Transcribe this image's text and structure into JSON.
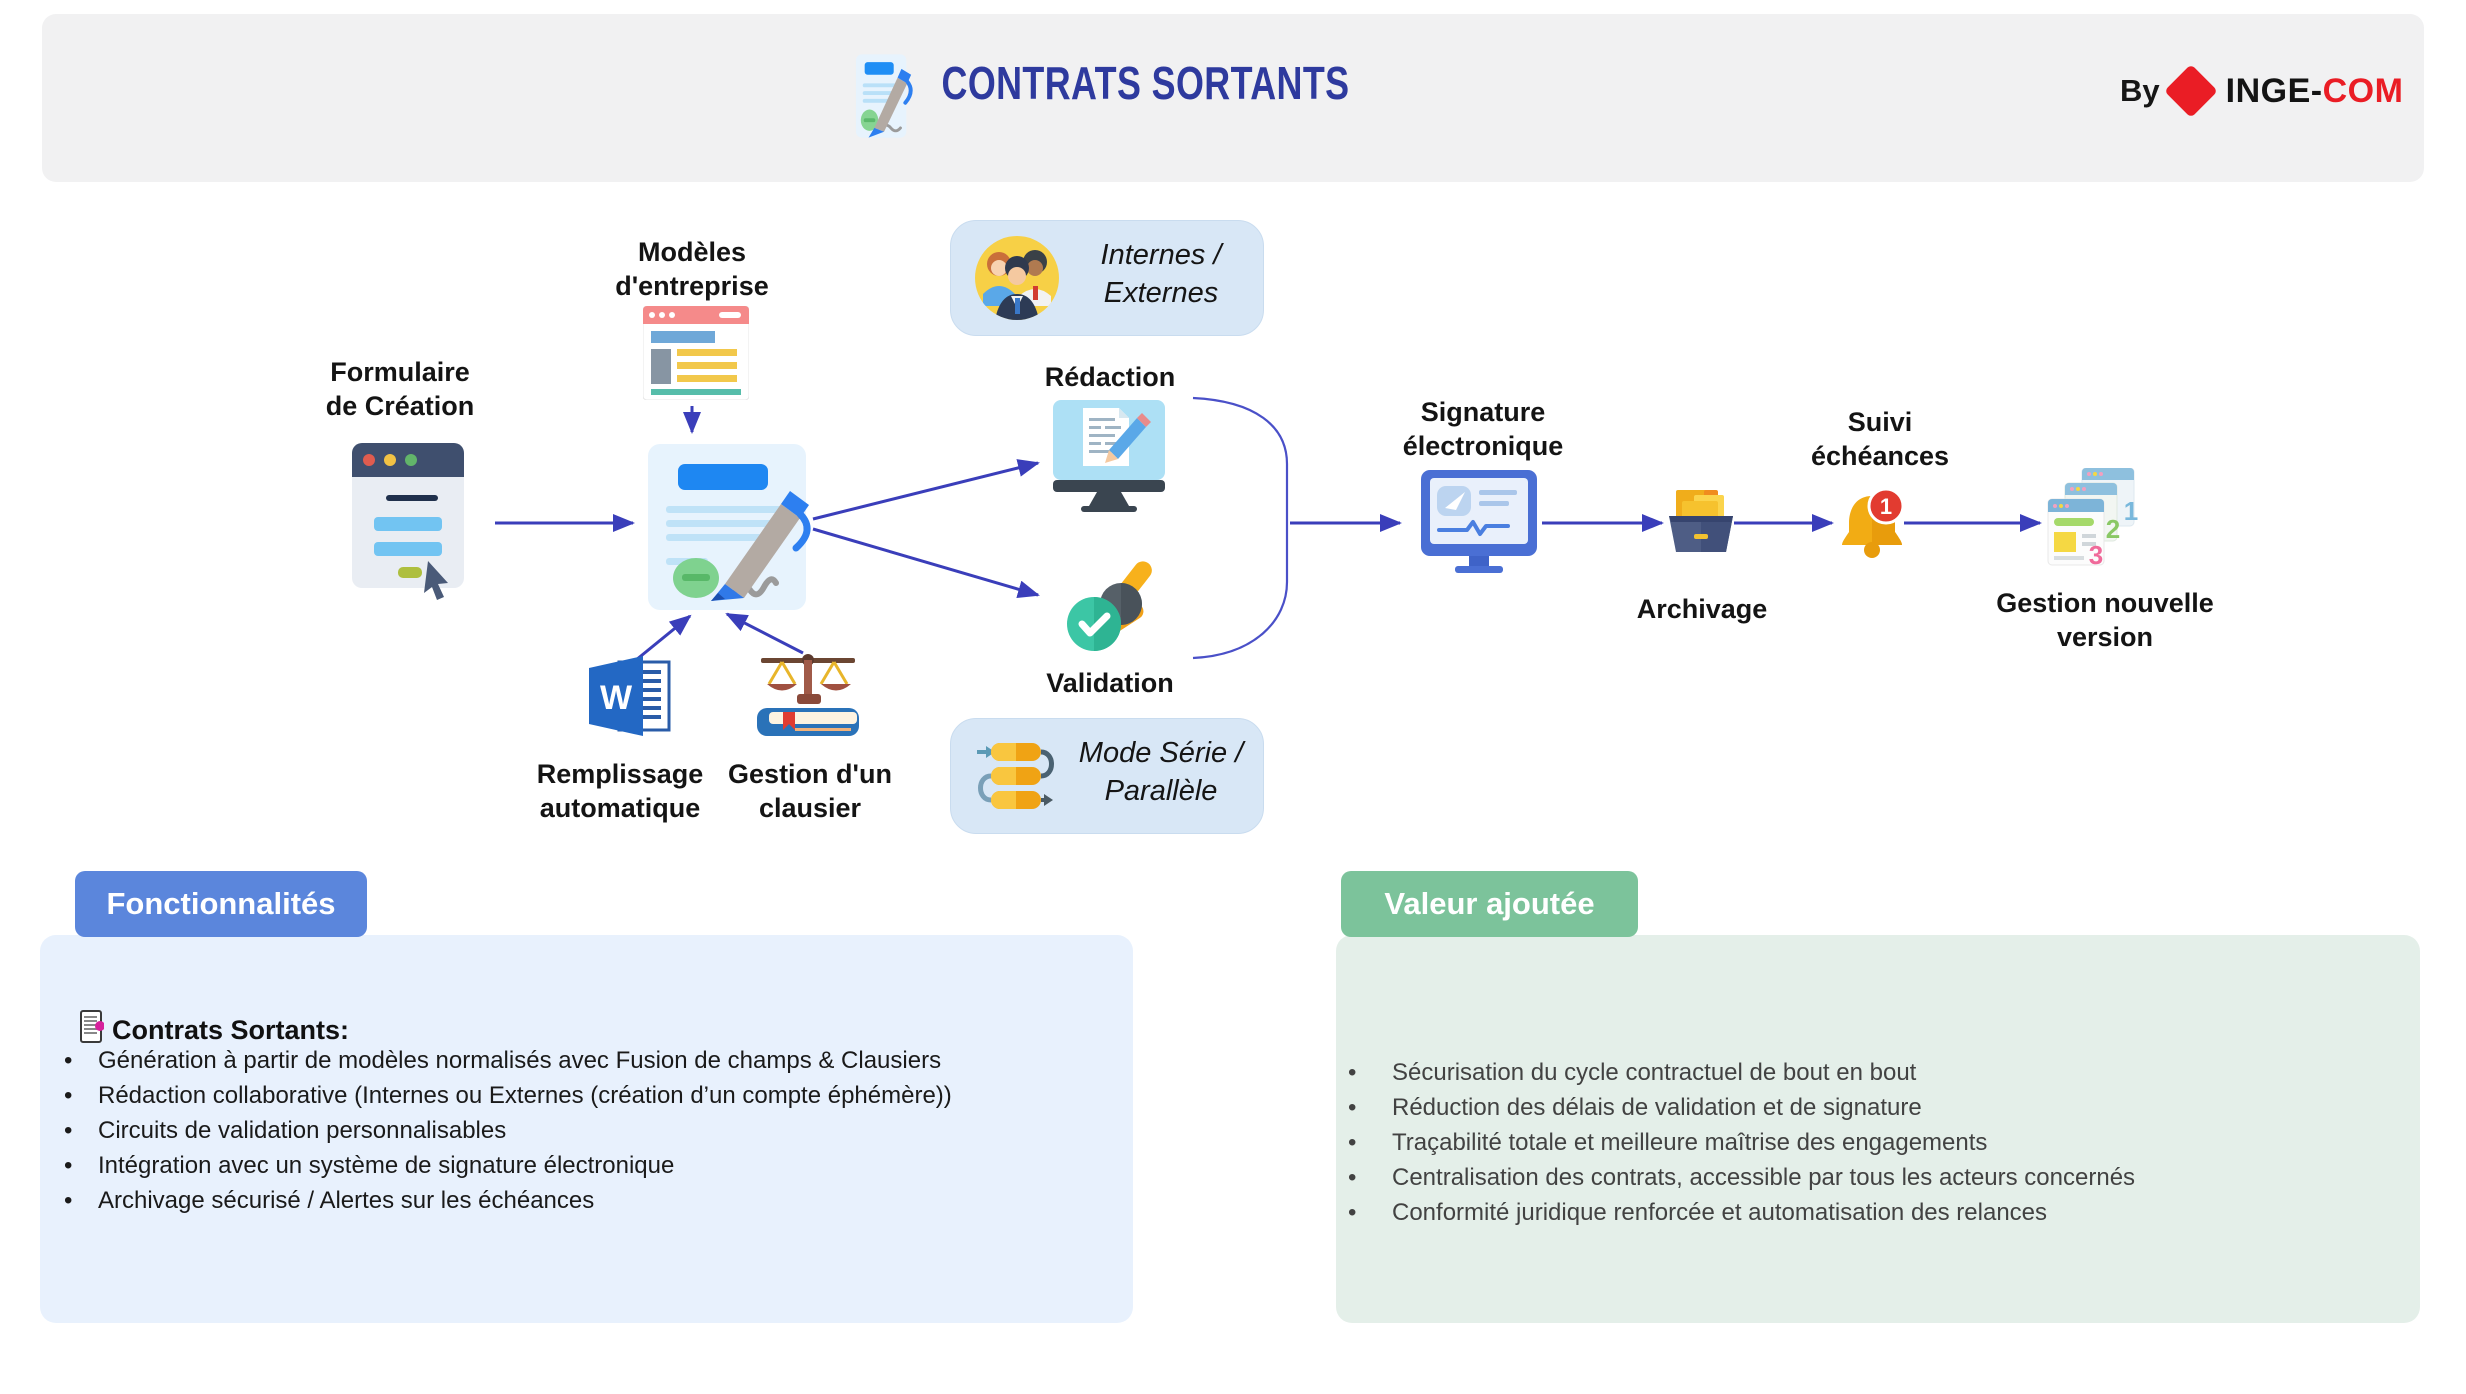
{
  "header": {
    "title": "CONTRATS SORTANTS",
    "title_icon": "contract-sign-icon",
    "logo": {
      "by": "By",
      "diamond_icon": "diamond-icon",
      "brand_black": "INGE-",
      "brand_red": "COM"
    }
  },
  "colors": {
    "title_blue": "#2e3a9e",
    "arrow_blue": "#3a3eba",
    "accent_red": "#ea1d25",
    "features_button": "#5b86dc",
    "features_panel": "#e8f1fd",
    "value_button": "#7cc39b",
    "value_panel": "#e4efe9",
    "header_band": "#f1f1f2",
    "badge_background": "#d8e7f6"
  },
  "flow": {
    "formulaire": {
      "label": "Formulaire\nde Création",
      "icon": "form-browser-icon"
    },
    "modeles": {
      "label": "Modèles\nd'entreprise",
      "icon": "webpage-template-icon"
    },
    "contrat": {
      "icon": "contract-pen-icon"
    },
    "remplissage": {
      "label": "Remplissage\nautomatique",
      "icon": "word-document-icon",
      "letter": "W"
    },
    "clausier": {
      "label": "Gestion d'un\nclausier",
      "icon": "scales-book-icon"
    },
    "internes_externes": {
      "label": "Internes /\nExternes",
      "icon": "people-group-icon"
    },
    "redaction": {
      "label": "Rédaction",
      "icon": "monitor-edit-icon"
    },
    "validation": {
      "label": "Validation",
      "icon": "stamp-check-icon"
    },
    "mode_serie": {
      "label": "Mode Série /\nParallèle",
      "icon": "workflow-steps-icon"
    },
    "signature": {
      "label": "Signature\nélectronique",
      "icon": "monitor-signature-icon"
    },
    "archivage": {
      "label": "Archivage",
      "icon": "archive-box-icon"
    },
    "suivi_echeances": {
      "label": "Suivi\néchéances",
      "icon": "bell-notification-icon",
      "badge": "1"
    },
    "nouvelle_version": {
      "label": "Gestion nouvelle\nversion",
      "icon": "stacked-versions-icon",
      "versions": [
        "1",
        "2",
        "3"
      ]
    }
  },
  "panels": {
    "fonctionnalites": {
      "title": "Fonctionnalités",
      "heading": "Contrats Sortants:",
      "heading_icon": "doc-page-icon",
      "bullets": [
        "Génération à partir de modèles normalisés avec Fusion de champs & Clausiers",
        "Rédaction collaborative (Internes ou Externes (création d’un compte éphémère))",
        "Circuits de validation personnalisables",
        "Intégration avec un système de signature électronique",
        "Archivage sécurisé / Alertes sur les échéances"
      ]
    },
    "valeur_ajoutee": {
      "title": "Valeur ajoutée",
      "bullets": [
        "Sécurisation du cycle contractuel de bout en bout",
        "Réduction des délais de validation et de signature",
        "Traçabilité totale et meilleure maîtrise des engagements",
        "Centralisation des contrats, accessible par tous les acteurs concernés",
        "Conformité juridique renforcée et automatisation des relances"
      ]
    }
  }
}
